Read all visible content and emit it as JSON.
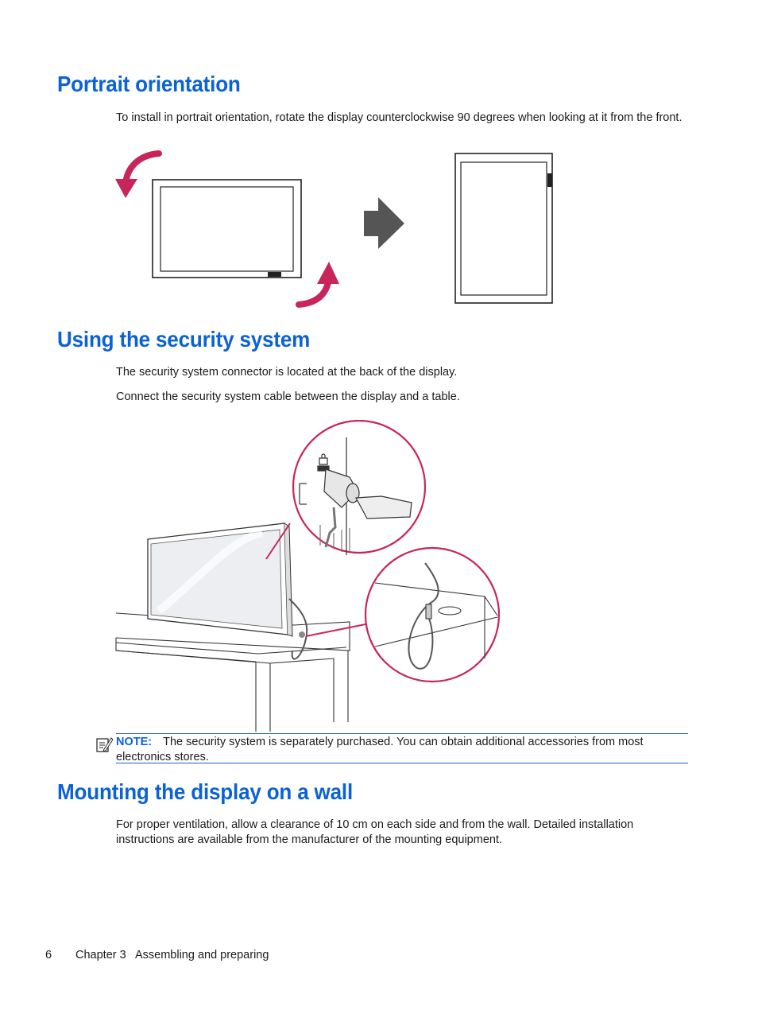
{
  "sections": [
    {
      "heading": "Portrait orientation",
      "paragraphs": [
        "To install in portrait orientation, rotate the display counterclockwise 90 degrees when looking at it from the front."
      ]
    },
    {
      "heading": "Using the security system",
      "paragraphs": [
        "The security system connector is located at the back of the display.",
        "Connect the security system cable between the display and a table."
      ]
    },
    {
      "heading": "Mounting the display on a wall",
      "paragraphs": [
        "For proper ventilation, allow a clearance of 10 cm on each side and from the wall. Detailed installation instructions are available from the manufacturer of the mounting equipment."
      ]
    }
  ],
  "note": {
    "label": "NOTE:",
    "text": "The security system is separately purchased. You can obtain additional accessories from most electronics stores.",
    "icon": "note-icon"
  },
  "footer": {
    "page_number": "6",
    "chapter": "Chapter 3   Assembling and preparing"
  },
  "colors": {
    "heading": "#0a62d6",
    "arrow_red": "#c8265a",
    "arrow_gray": "#555555",
    "rule": "#1a5fd0"
  }
}
